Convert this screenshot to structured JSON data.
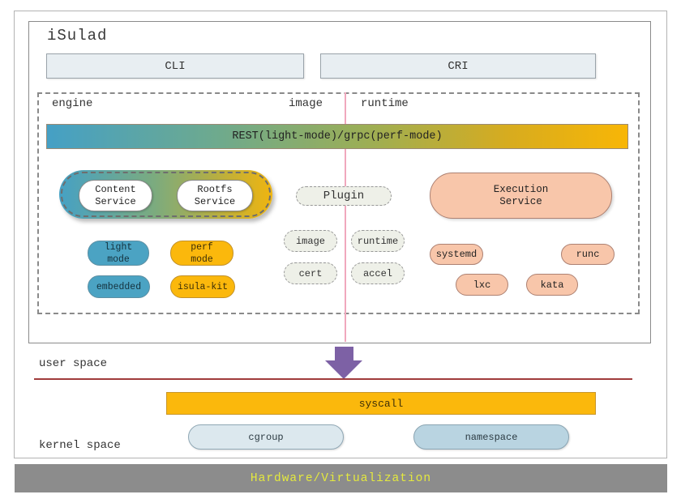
{
  "diagram": {
    "title": "iSulad",
    "cli": "CLI",
    "cri": "CRI",
    "columns": {
      "engine": "engine",
      "image": "image",
      "runtime": "runtime"
    },
    "rest_bar": "REST(light-mode)/grpc(perf-mode)",
    "engine": {
      "content_service": "Content\nService",
      "rootfs_service": "Rootfs\nService",
      "pills": [
        {
          "label": "light\nmode",
          "color": "#4BA3C3"
        },
        {
          "label": "perf\nmode",
          "color": "#FBB80C"
        },
        {
          "label": "embedded",
          "color": "#4BA3C3"
        },
        {
          "label": "isula-kit",
          "color": "#FBB80C"
        }
      ]
    },
    "image": {
      "plugin": "Plugin",
      "pills": [
        "image",
        "runtime",
        "cert",
        "accel"
      ]
    },
    "runtime": {
      "execution_service": "Execution\nService",
      "pills": [
        "systemd",
        "runc",
        "lxc",
        "kata"
      ]
    },
    "user_space": "user space",
    "kernel_space": "kernel space",
    "syscall": "syscall",
    "kernel_pills": {
      "cgroup": "cgroup",
      "namespace": "namespace"
    },
    "hardware": "Hardware/Virtualization",
    "colors": {
      "teal": "#4BA3C3",
      "yellow": "#FBB80C",
      "salmon": "#F8C6AA",
      "plugin_fill": "#EEF0E8",
      "cgroup_fill": "#DCE8EE",
      "namespace_fill": "#B9D4E1",
      "gradient": [
        "#45A0C5",
        "#6FAA8C",
        "#9CAE55",
        "#F8B606"
      ],
      "pink_divider": "#F0A8BD",
      "red_line": "#A03C3C",
      "arrow_purple": "#7D61A5",
      "hardware_bar": "#8C8C8C",
      "hardware_text": "#E4E93E",
      "box_fill": "#E8EEF2"
    }
  }
}
